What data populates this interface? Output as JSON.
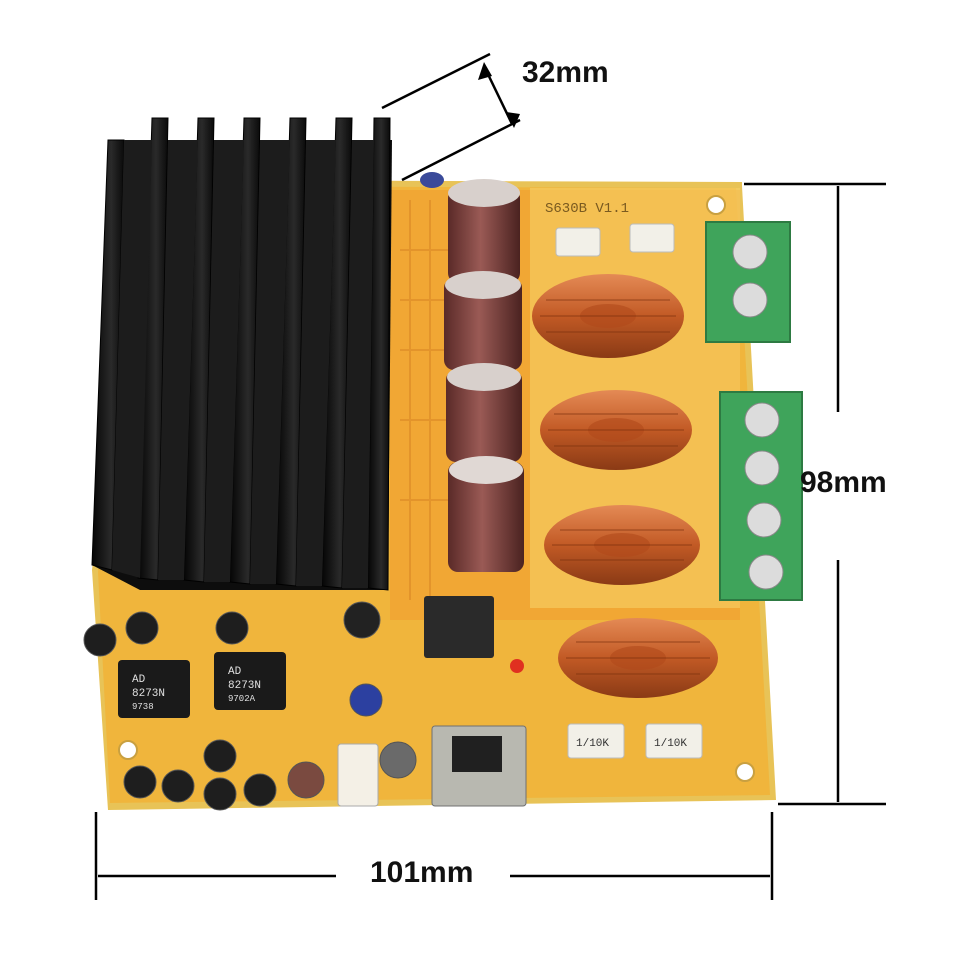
{
  "dimensions": {
    "height_label": "32mm",
    "depth_label": "98mm",
    "width_label": "101mm"
  },
  "board": {
    "silkscreen": "S630B V1.1",
    "ic1_brand": "AD",
    "ic1_part": "8273N",
    "ic1_code": "9738",
    "ic2_brand": "AD",
    "ic2_part": "8273N",
    "ic2_code": "9702A",
    "resistor_label": "1/10K"
  },
  "colors": {
    "pcb": "#f2b43a",
    "pcb_edge": "#e9c95a",
    "heatsink": "#161616",
    "terminal": "#3fa45b",
    "copper": "#c8612c",
    "capacitor": "#7a3a38"
  }
}
